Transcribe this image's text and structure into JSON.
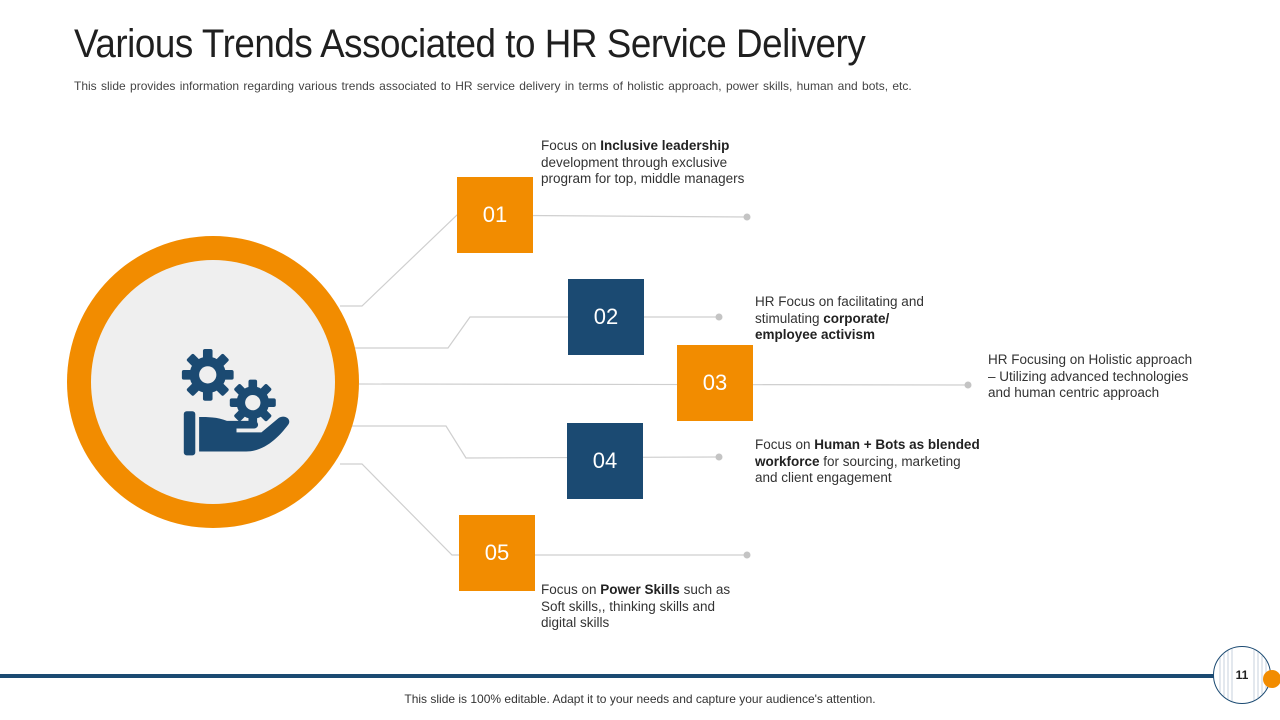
{
  "header": {
    "title": "Various Trends Associated to HR Service Delivery",
    "subtitle": "This slide provides information regarding various trends associated to HR service delivery in terms of holistic approach, power skills, human and bots, etc."
  },
  "center_icon": "gears-on-hand-icon",
  "items": [
    {
      "number": "01",
      "color": "#f28c00",
      "text_pre": "Focus on ",
      "text_bold": "Inclusive leadership",
      "text_post": " development through exclusive program for top, middle managers"
    },
    {
      "number": "02",
      "color": "#1b4a72",
      "text_pre": "HR Focus on facilitating and stimulating ",
      "text_bold": "corporate/ employee activism",
      "text_post": ""
    },
    {
      "number": "03",
      "color": "#f28c00",
      "text_pre": "HR Focusing on Holistic approach – Utilizing advanced technologies and human centric approach",
      "text_bold": "",
      "text_post": ""
    },
    {
      "number": "04",
      "color": "#1b4a72",
      "text_pre": "Focus on ",
      "text_bold": "Human + Bots as blended workforce",
      "text_post": " for sourcing, marketing and client engagement"
    },
    {
      "number": "05",
      "color": "#f28c00",
      "text_pre": "Focus on ",
      "text_bold": "Power Skills",
      "text_post": " such as Soft skills,, thinking skills and digital skills"
    }
  ],
  "footer": {
    "text": "This slide is 100% editable. Adapt it to your needs and capture your audience's attention.",
    "page_number": "11"
  },
  "colors": {
    "accent": "#f28c00",
    "navy": "#1b4a72",
    "circle_fill": "#efefef"
  }
}
